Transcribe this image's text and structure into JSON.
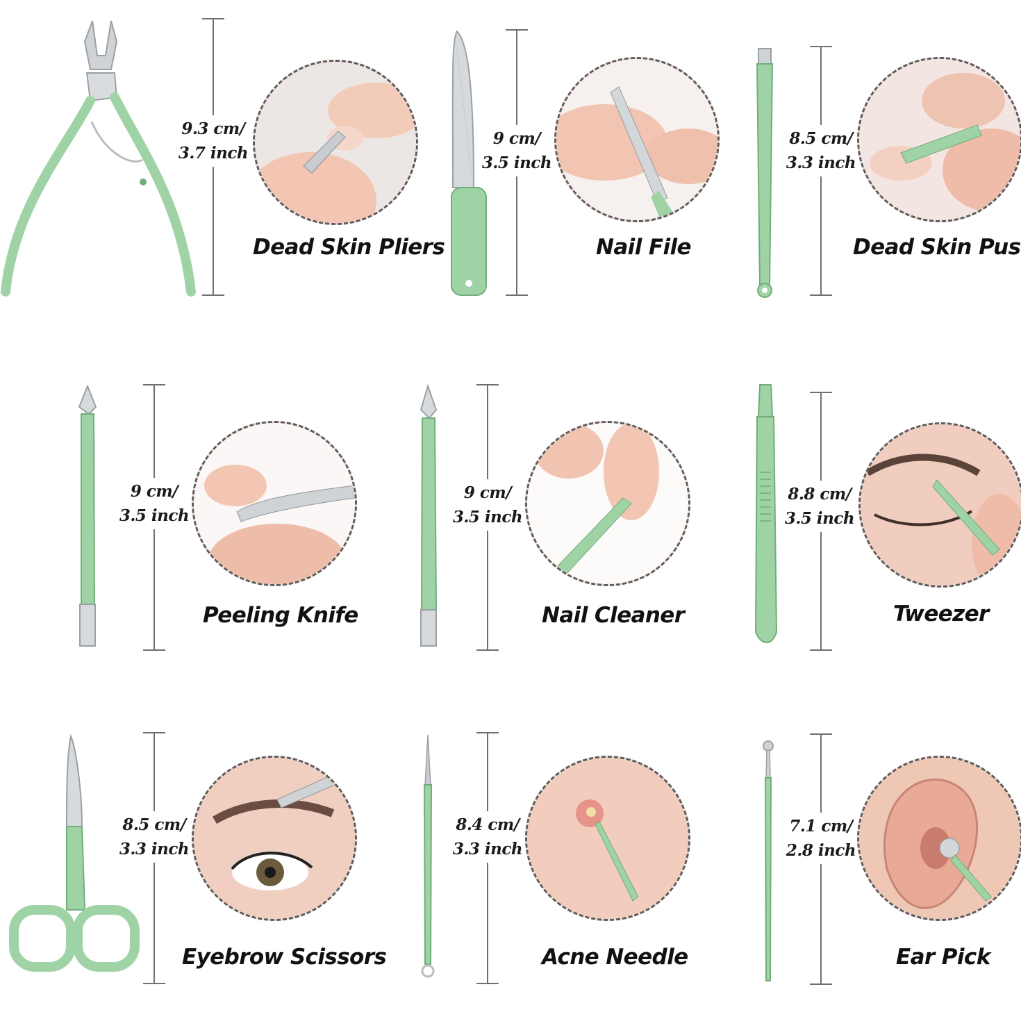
{
  "tools": [
    {
      "name": "Dead Skin Pliers",
      "cm": "9.3 cm/",
      "inch": "3.7 inch"
    },
    {
      "name": "Nail File",
      "cm": "9 cm/",
      "inch": "3.5 inch"
    },
    {
      "name": "Dead Skin Pusher",
      "cm": "8.5 cm/",
      "inch": "3.3 inch"
    },
    {
      "name": "Peeling Knife",
      "cm": "9 cm/",
      "inch": "3.5 inch"
    },
    {
      "name": "Nail Cleaner",
      "cm": "9 cm/",
      "inch": "3.5 inch"
    },
    {
      "name": "Tweezer",
      "cm": "8.8 cm/",
      "inch": "3.5 inch"
    },
    {
      "name": "Eyebrow Scissors",
      "cm": "8.5 cm/",
      "inch": "3.3 inch"
    },
    {
      "name": "Acne Needle",
      "cm": "8.4 cm/",
      "inch": "3.3 inch"
    },
    {
      "name": "Ear Pick",
      "cm": "7.1 cm/",
      "inch": "2.8 inch"
    }
  ],
  "colors": {
    "tool_green": "#9fd3a6",
    "tool_green_dark": "#6fae7a",
    "steel": "#c8ccd0",
    "skin": "#f0c9b8",
    "ruler": "#6f6f6f"
  },
  "icons": [
    "cuticle-pliers-icon",
    "nail-file-icon",
    "cuticle-pusher-icon",
    "peeling-knife-icon",
    "nail-cleaner-icon",
    "tweezer-icon",
    "eyebrow-scissors-icon",
    "acne-needle-icon",
    "ear-pick-icon"
  ]
}
